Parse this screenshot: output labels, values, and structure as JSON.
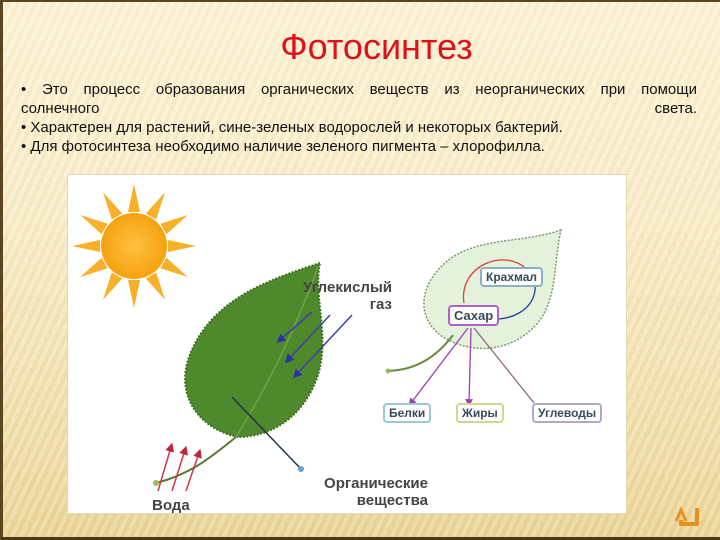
{
  "slide": {
    "title": "Фотосинтез",
    "bullets": [
      "• Это процесс образования органических веществ из неорганических при помощи солнечного света.",
      "• Характерен для растений, сине-зеленых водорослей и некоторых бактерий.",
      "• Для фотосинтеза необходимо наличие зеленого пигмента – хлорофилла."
    ]
  },
  "diagram": {
    "labels": {
      "co2_line1": "Углекислый",
      "co2_line2": "газ",
      "water": "Вода",
      "organic_line1": "Органические",
      "organic_line2": "вещества"
    },
    "leaf_boxes": {
      "starch": "Крахмал",
      "sugar": "Сахар"
    },
    "products": [
      "Белки",
      "Жиры",
      "Углеводы"
    ]
  },
  "colors": {
    "title": "#e0101a",
    "background": "#f9ecc6",
    "leaf": "#4e8a2c",
    "co2_arrows": "#3a3fb0",
    "water_arrows": "#d0384a"
  },
  "nav": {
    "icon": "return-icon"
  }
}
